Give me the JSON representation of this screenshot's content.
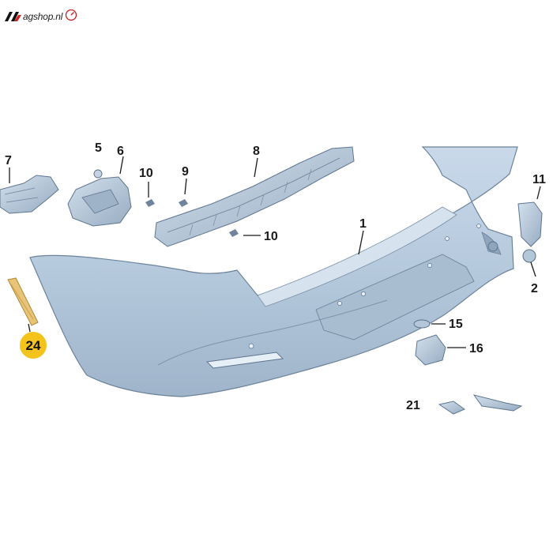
{
  "logo": {
    "text": "agshop.nl",
    "icon": "vagshop-logo-icon"
  },
  "diagram": {
    "highlight_color": "#f5c41c",
    "part_color": "#b9cde0",
    "callouts": {
      "c1": "1",
      "c2": "2",
      "c5": "5",
      "c6": "6",
      "c7": "7",
      "c8": "8",
      "c9": "9",
      "c10a": "10",
      "c10b": "10",
      "c11": "11",
      "c15": "15",
      "c16": "16",
      "c21": "21",
      "c24": "24"
    }
  }
}
